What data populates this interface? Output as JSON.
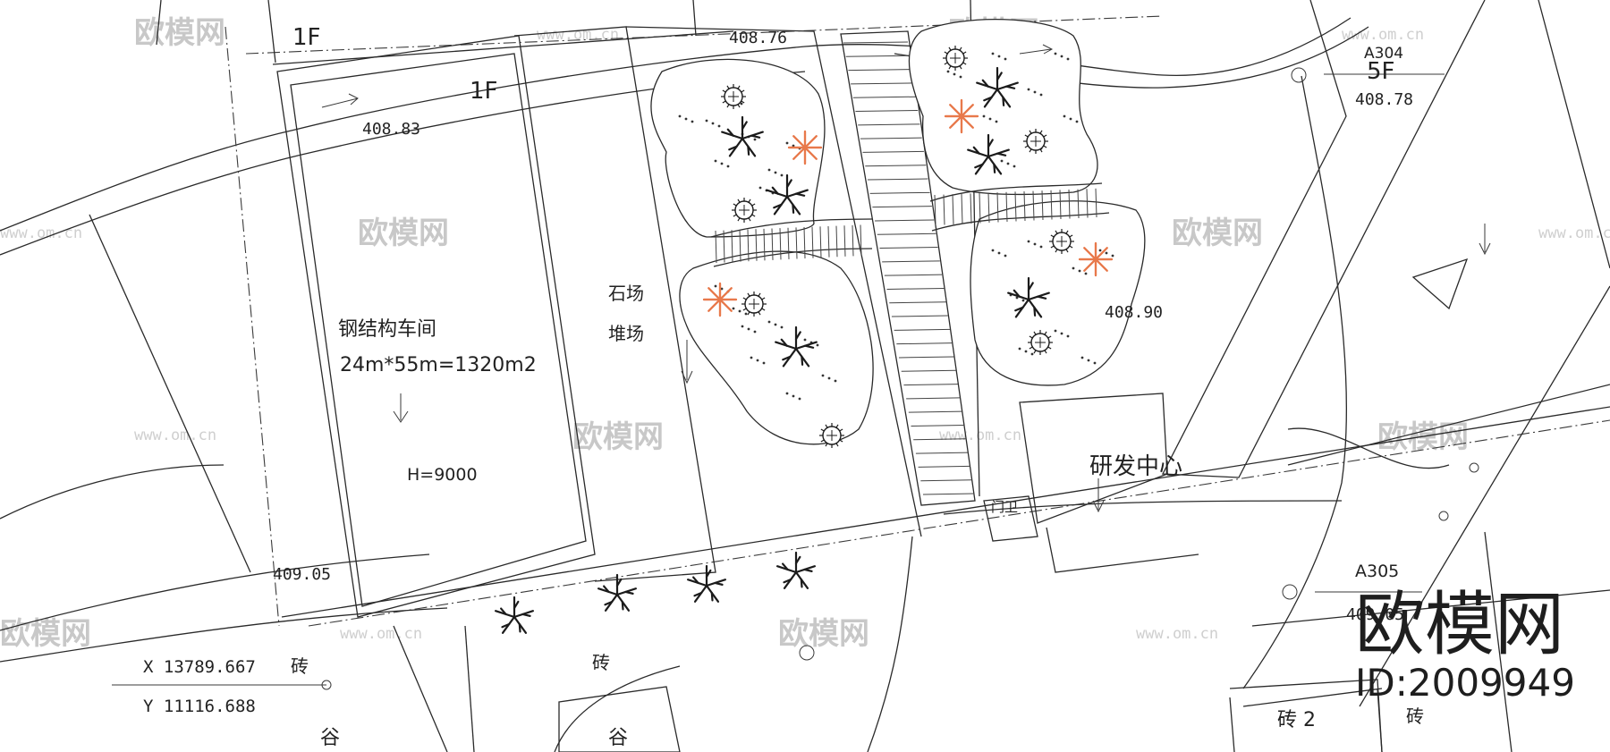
{
  "labels": {
    "floor_1f_a": "1F",
    "floor_1f_b": "1F",
    "floor_5f": "5F",
    "building_code_a304": "A304",
    "building_code_a305": "A305",
    "workshop_name": "钢结构车间",
    "workshop_area": "24m*55m=1320m2",
    "workshop_height": "H=9000",
    "stone_yard_line1": "石场",
    "stone_yard_line2": "堆场",
    "rd_center": "研发中心",
    "guard_room": "门卫",
    "brick_1": "砖",
    "brick_2": "砖",
    "brick_3": "砖 2",
    "brick_4": "砖",
    "valley_1": "谷",
    "valley_2": "谷"
  },
  "elevations": {
    "e1": "408.76",
    "e2": "408.83",
    "e3": "408.78",
    "e4": "408.90",
    "e5": "409.05",
    "e6": "409.05"
  },
  "coordinates": {
    "x": "X 13789.667",
    "y": "Y 11116.688"
  },
  "watermark": {
    "brand": "欧模网",
    "url": "www.om.cn",
    "id_text": "ID:2009949"
  },
  "colors": {
    "line": "#2a2a2a",
    "accent_tree": "#e8794b",
    "watermark": "#c8c8c8"
  }
}
